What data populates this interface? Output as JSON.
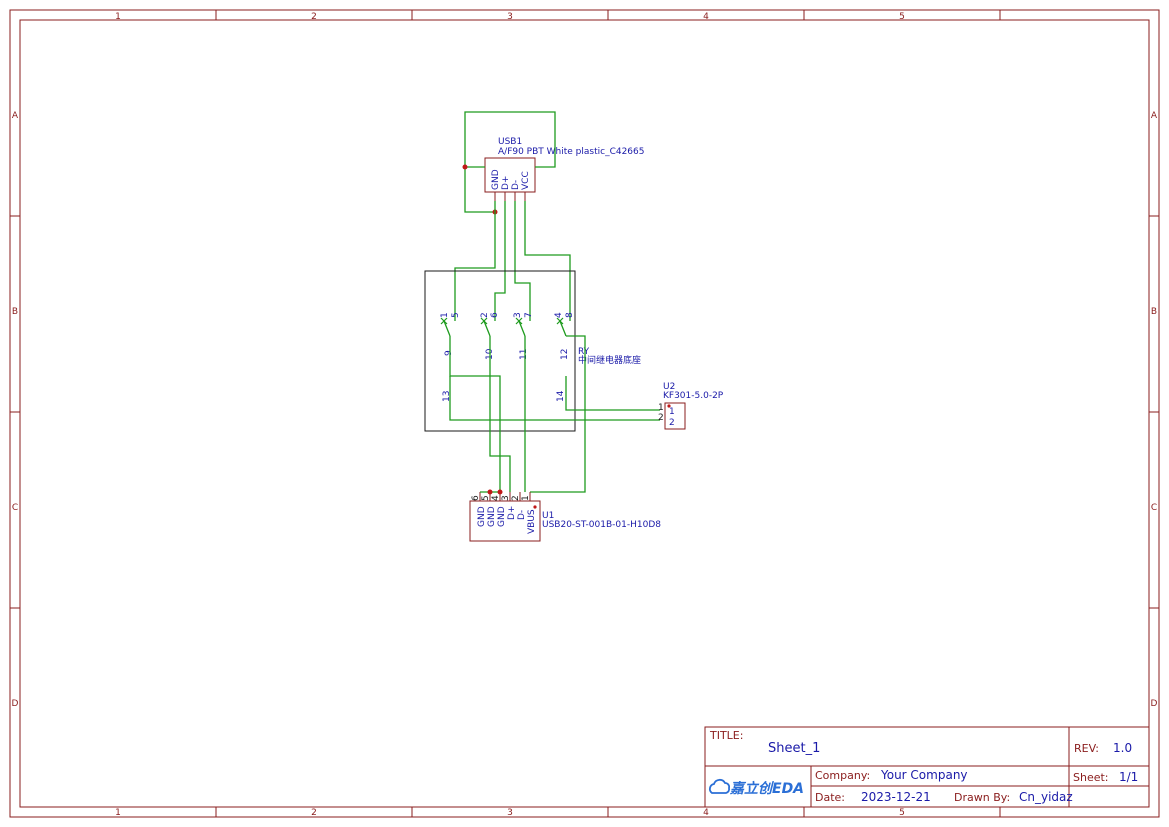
{
  "frame": {
    "columns": [
      "1",
      "2",
      "3",
      "4",
      "5"
    ],
    "rows": [
      "A",
      "B",
      "C",
      "D"
    ]
  },
  "title_block": {
    "title_label": "TITLE:",
    "title_value": "Sheet_1",
    "rev_label": "REV:",
    "rev_value": "1.0",
    "company_label": "Company:",
    "company_value": "Your Company",
    "sheet_label": "Sheet:",
    "sheet_value": "1/1",
    "date_label": "Date:",
    "date_value": "2023-12-21",
    "drawn_label": "Drawn By:",
    "drawn_value": "Cn_yidaz",
    "logo_text": "嘉立创EDA"
  },
  "components": {
    "usb1": {
      "ref": "USB1",
      "value": "A/F90 PBT White plastic_C42665",
      "pins": [
        "GND",
        "D+",
        "D-",
        "VCC"
      ]
    },
    "relay": {
      "ref": "RY",
      "value": "中间继电器底座",
      "top_pins": [
        "1",
        "5",
        "2",
        "6",
        "3",
        "7",
        "4",
        "8"
      ],
      "mid_pins": [
        "9",
        "10",
        "11",
        "12"
      ],
      "bottom_pins": [
        "13",
        "14"
      ]
    },
    "u2": {
      "ref": "U2",
      "value": "KF301-5.0-2P",
      "pins": [
        "1",
        "2"
      ]
    },
    "u1": {
      "ref": "U1",
      "value": "USB20-ST-001B-01-H10D8",
      "pins": [
        "GND",
        "GND",
        "GND",
        "D+",
        "D-",
        "VBUS"
      ],
      "pin_numbers": [
        "6",
        "5",
        "4",
        "3",
        "2",
        "1"
      ]
    }
  },
  "colors": {
    "frame": "#8a1c1c",
    "wire": "#1e9b1e",
    "text": "#1a1aa8",
    "junction": "#c01818"
  }
}
